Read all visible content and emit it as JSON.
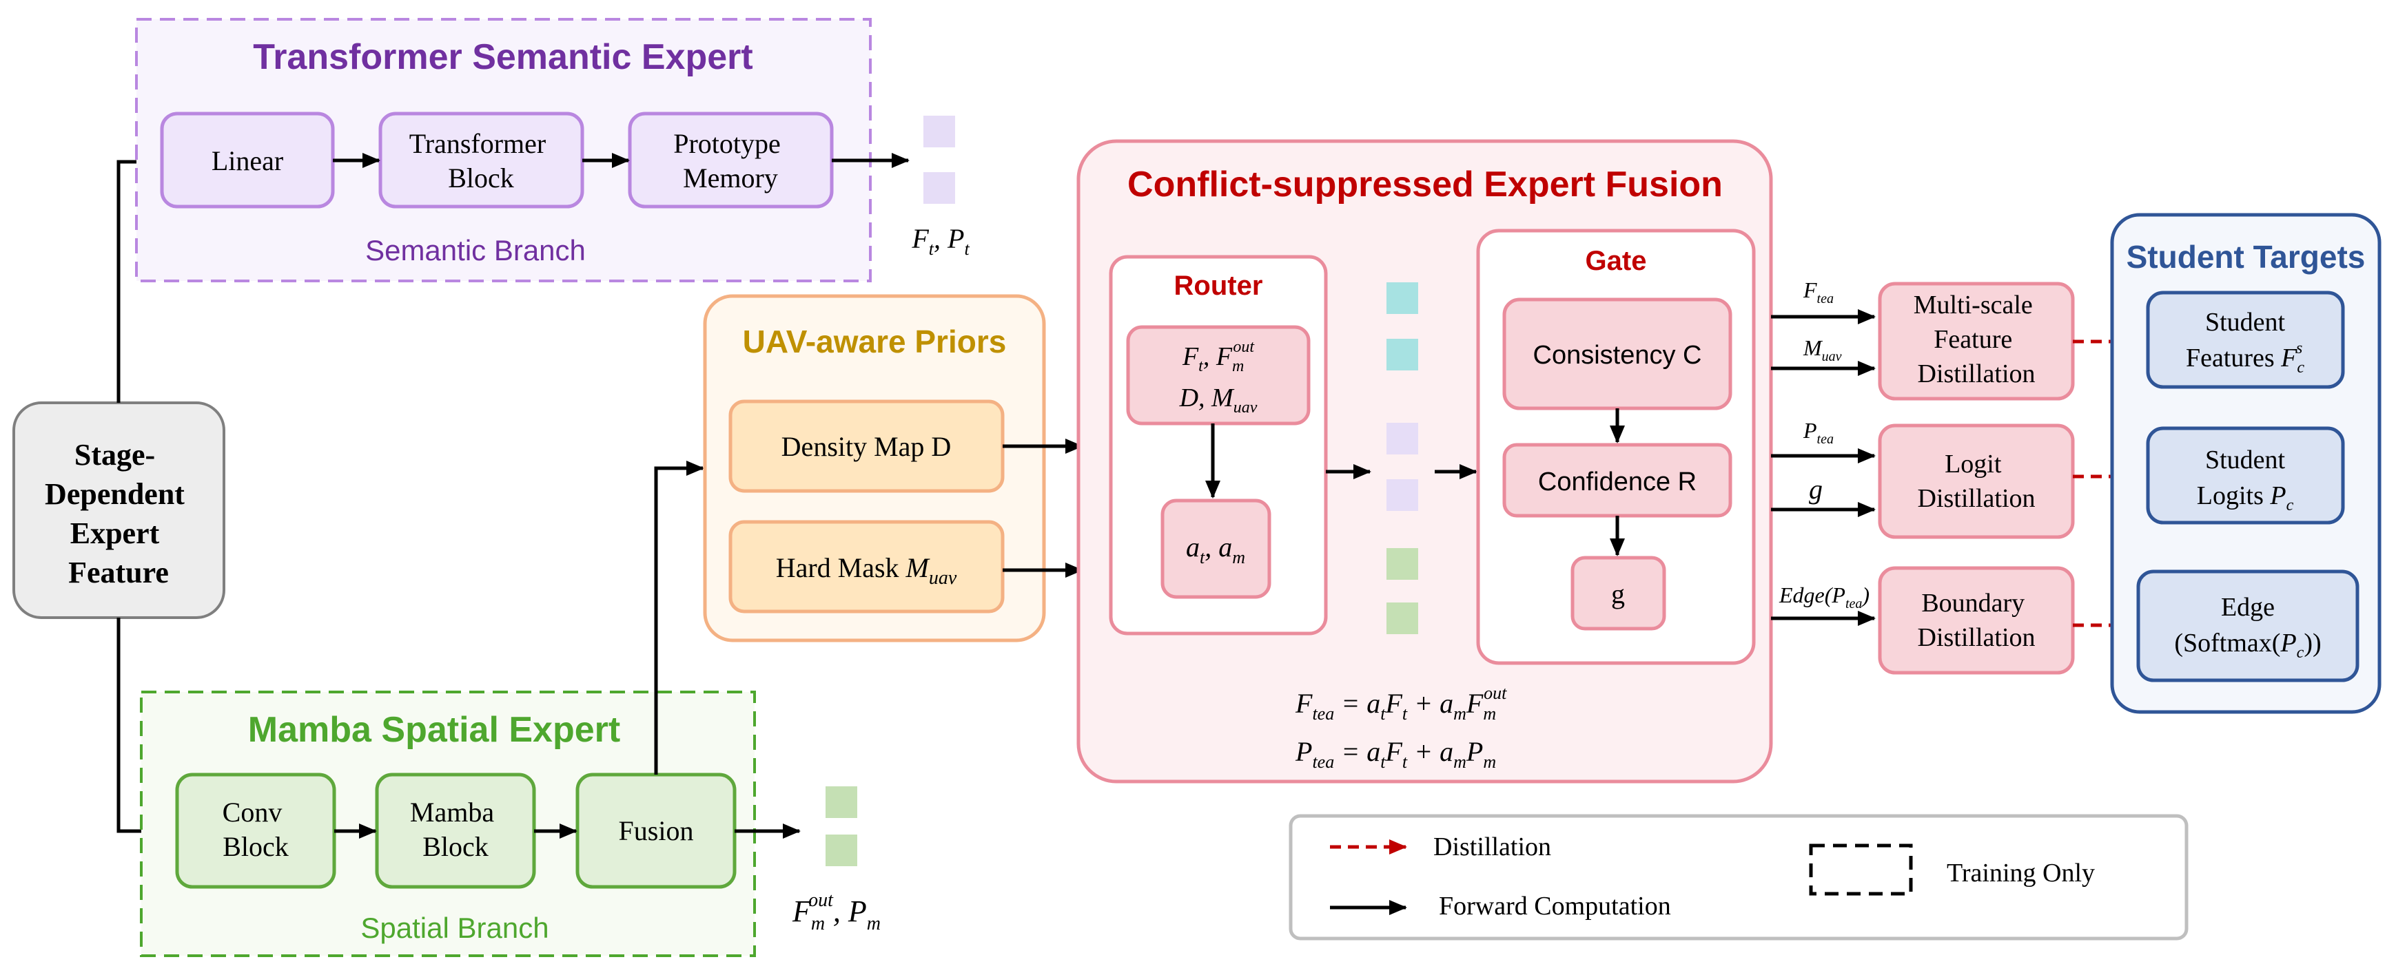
{
  "colors": {
    "purple": "#7030A0",
    "purple_border": "#B987E0",
    "purple_fill": "#EFE6FB",
    "green": "#4EA72E",
    "green_border": "#5FA83C",
    "green_fill": "#E2F0D9",
    "orange_border": "#F4B183",
    "orange_fill": "#FFE6BF",
    "orange_text": "#BF9000",
    "pink_border": "#EA8C9C",
    "pink_fill": "#F8D5DA",
    "red_text": "#C00000",
    "blue_border": "#2F5597",
    "blue_fill": "#DAE3F3",
    "blue_text": "#2F5597",
    "gray_fill": "#EDEDED",
    "teal": "#A7E2E2",
    "lavender": "#E6DDF7",
    "light_green": "#C5E0B4"
  },
  "feature": {
    "lines": [
      "Stage-",
      "Dependent",
      "Expert",
      "Feature"
    ]
  },
  "semantic": {
    "title": "Transformer Semantic Expert",
    "branch_label": "Semantic Branch",
    "linear": "Linear",
    "transformer": [
      "Transformer",
      "Block"
    ],
    "prototype": [
      "Prototype",
      "Memory"
    ],
    "output": "F_t, P_t"
  },
  "spatial": {
    "title": "Mamba Spatial Expert",
    "branch_label": "Spatial Branch",
    "conv": [
      "Conv",
      "Block"
    ],
    "mamba": [
      "Mamba",
      "Block"
    ],
    "fusion": "Fusion",
    "output": "F_m^out, P_m"
  },
  "priors": {
    "title": "UAV-aware Priors",
    "density": "Density Map D",
    "hardmask": "Hard Mask M_uav"
  },
  "fusion": {
    "title": "Conflict-suppressed Expert Fusion",
    "router_title": "Router",
    "router_inputs": [
      "F_t, F_m^out",
      "D, M_uav"
    ],
    "router_output": "a_t, a_m",
    "gate_title": "Gate",
    "consistency": "Consistency C",
    "confidence": "Confidence R",
    "g": "g",
    "eq1": "F_tea = a_t F_t + a_m F_m^out",
    "eq2": "P_tea = a_t F_t + a_m P_m"
  },
  "signals": [
    "F_tea",
    "M_uav",
    "P_tea",
    "g",
    "Edge(P_tea)"
  ],
  "distill": {
    "feature": [
      "Multi-scale",
      "Feature",
      "Distillation"
    ],
    "logit": [
      "Logit",
      "Distillation"
    ],
    "boundary": [
      "Boundary",
      "Distillation"
    ]
  },
  "student": {
    "title": "Student Targets",
    "features": [
      "Student",
      "Features F_c^s"
    ],
    "logits": [
      "Student",
      "Logits P_c"
    ],
    "edge": [
      "Edge",
      "(Softmax(P_c))"
    ]
  },
  "legend": {
    "distillation": "Distillation",
    "forward": "Forward Computation",
    "training": "Training Only"
  }
}
